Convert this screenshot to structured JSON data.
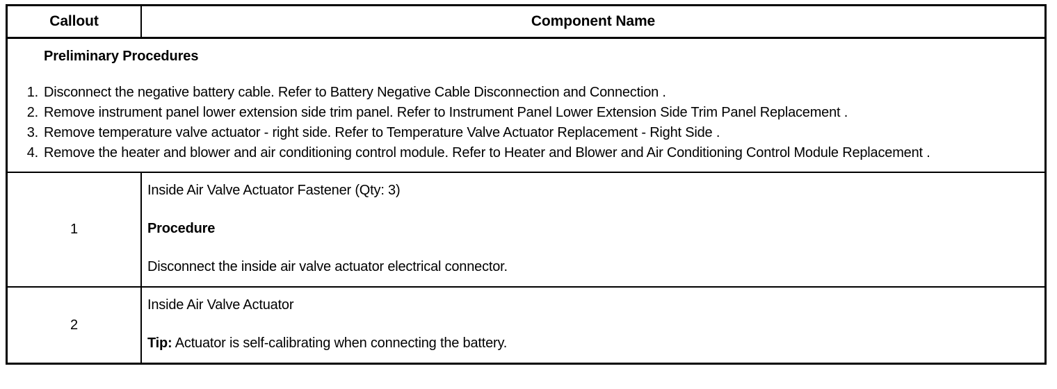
{
  "table": {
    "columns": [
      {
        "key": "callout",
        "label": "Callout"
      },
      {
        "key": "component",
        "label": "Component Name"
      }
    ],
    "preliminary": {
      "title": "Preliminary Procedures",
      "steps": [
        {
          "num": "1.",
          "text": "Disconnect the negative battery cable. Refer to Battery Negative Cable Disconnection and Connection ."
        },
        {
          "num": "2.",
          "text": "Remove instrument panel lower extension side trim panel. Refer to Instrument Panel Lower Extension Side Trim Panel Replacement ."
        },
        {
          "num": "3.",
          "text": "Remove temperature valve actuator - right side. Refer to Temperature Valve Actuator Replacement - Right Side ."
        },
        {
          "num": "4.",
          "text": "Remove the heater and blower and air conditioning control module. Refer to Heater and Blower and Air Conditioning Control Module Replacement ."
        }
      ]
    },
    "rows": [
      {
        "callout": "1",
        "lines": [
          {
            "text": "Inside Air Valve Actuator Fastener (Qty: 3)",
            "bold": false
          },
          {
            "text": "Procedure",
            "bold": true
          },
          {
            "text": "Disconnect the inside air valve actuator electrical connector.",
            "bold": false
          }
        ]
      },
      {
        "callout": "2",
        "lines": [
          {
            "text": "Inside Air Valve Actuator",
            "bold": false
          },
          {
            "lead": "Tip:",
            "text": " Actuator is self-calibrating when connecting the battery.",
            "bold": false
          }
        ]
      }
    ]
  },
  "colors": {
    "border": "#000000",
    "text": "#000000",
    "background": "#ffffff"
  }
}
